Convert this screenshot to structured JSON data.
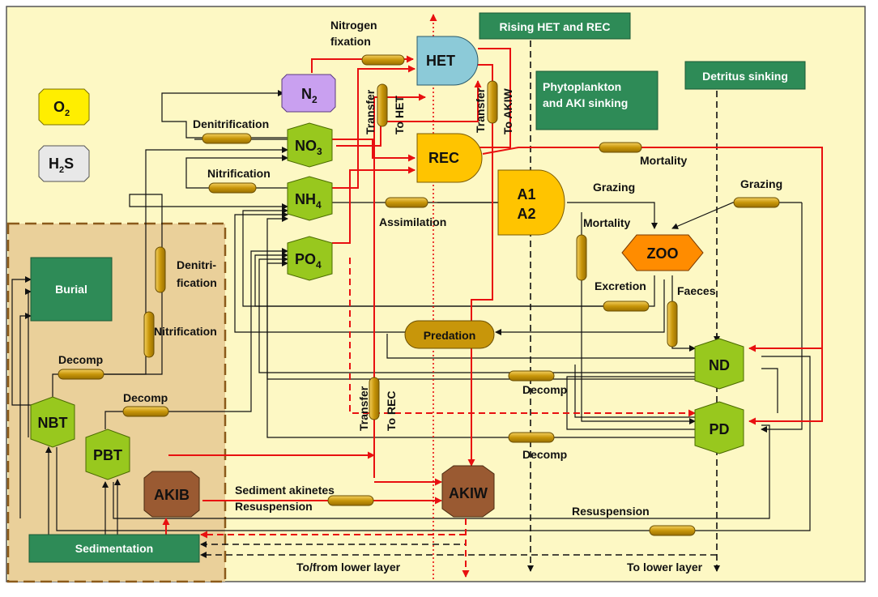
{
  "colors": {
    "background": "#fdf8c4",
    "sediment_panel": "#ead09a",
    "nutrient_green": "#98c81e",
    "state_green": "#98c81e",
    "header_box": "#2e8b57",
    "cyanobacteria_yellow": "#ffc400",
    "het_blue": "#8ccad8",
    "n2_purple": "#c9a0f0",
    "zoo_orange": "#ff8c00",
    "akinete_brown": "#9a5a32",
    "pipe_gold": "#c8960a",
    "flow_red": "#e81010"
  },
  "headers": {
    "rising": "Rising HET and REC",
    "sinking_phyto_1": "Phytoplankton",
    "sinking_phyto_2": "and AKI sinking",
    "detritus_sinking": "Detritus sinking",
    "burial": "Burial",
    "sedimentation": "Sedimentation"
  },
  "gases": {
    "o2": {
      "base": "O",
      "sub": "2"
    },
    "h2s": {
      "base": "H",
      "sub": "2",
      "tail": "S"
    }
  },
  "nodes": {
    "n2": {
      "base": "N",
      "sub": "2"
    },
    "no3": {
      "base": "NO",
      "sub": "3"
    },
    "nh4": {
      "base": "NH",
      "sub": "4"
    },
    "po4": {
      "base": "PO",
      "sub": "4"
    },
    "het": "HET",
    "rec": "REC",
    "a1": "A1",
    "a2": "A2",
    "zoo": "ZOO",
    "predation": "Predation",
    "nd": "ND",
    "pd": "PD",
    "nbt": "NBT",
    "pbt": "PBT",
    "akib": "AKIB",
    "akiw": "AKIW"
  },
  "labels": {
    "nitrogen_fixation_1": "Nitrogen",
    "nitrogen_fixation_2": "fixation",
    "denitrification": "Denitrification",
    "nitrification": "Nitrification",
    "assimilation": "Assimilation",
    "transfer_het_1": "Transfer",
    "transfer_het_2": "To HET",
    "transfer_akiw_1": "Transfer",
    "transfer_akiw_2": "To AKIW",
    "transfer_rec_1": "Transfer",
    "transfer_rec_2": "To REC",
    "mortality_top": "Mortality",
    "grazing_a": "Grazing",
    "grazing_b": "Grazing",
    "mortality_zoo": "Mortality",
    "excretion": "Excretion",
    "faeces": "Faeces",
    "decomp_nd": "Decomp",
    "decomp_pd": "Decomp",
    "decomp_nbt": "Decomp",
    "decomp_pbt": "Decomp",
    "sed_denitri_1": "Denitri-",
    "sed_denitri_2": "fication",
    "sed_nitrification": "Nitrification",
    "sediment_akinetes": "Sediment akinetes",
    "resuspension_aki": "Resuspension",
    "resuspension": "Resuspension",
    "to_from_lower": "To/from lower layer",
    "to_lower": "To lower layer"
  }
}
